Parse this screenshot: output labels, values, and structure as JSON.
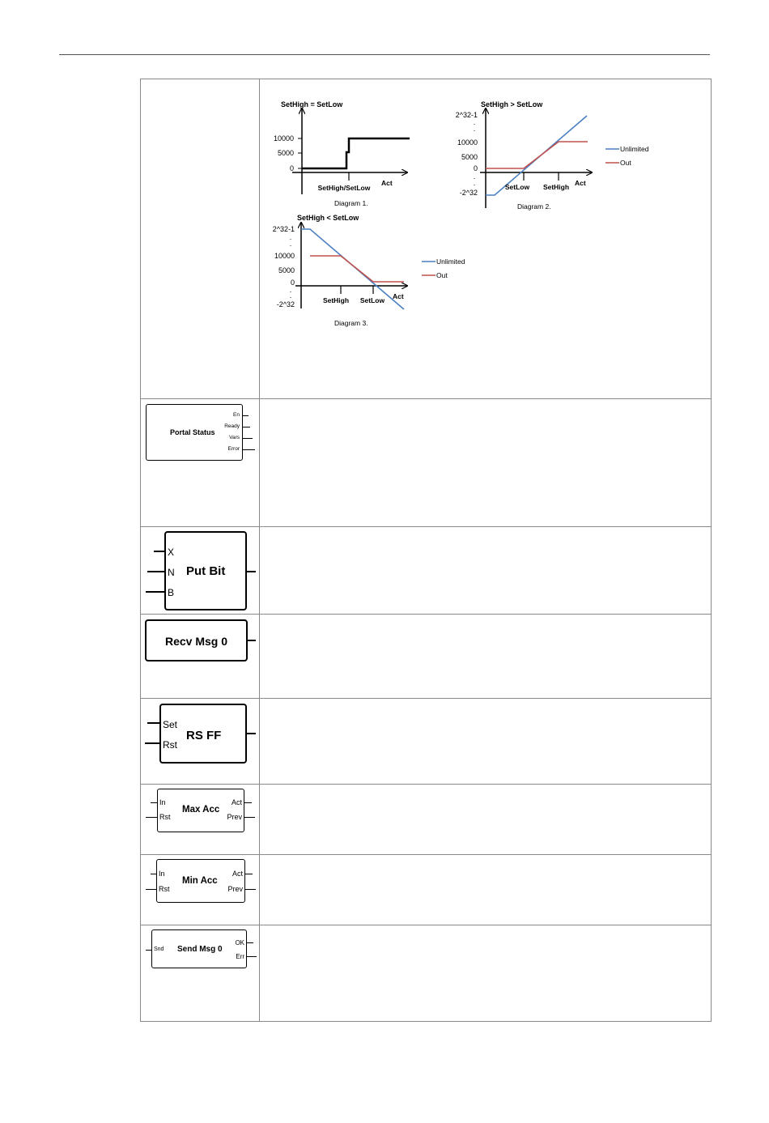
{
  "diagrams": {
    "d1": {
      "condition": "SetHigh = SetLow",
      "y_ticks": [
        "10000",
        "5000",
        "0"
      ],
      "x_tick": "SetHigh/SetLow",
      "x_axis": "Act",
      "caption": "Diagram 1."
    },
    "d2": {
      "condition": "SetHigh > SetLow",
      "y_ticks": [
        "2^32-1",
        "10000",
        "5000",
        "0",
        "-2^32"
      ],
      "x_ticks": [
        "SetLow",
        "SetHigh"
      ],
      "x_axis": "Act",
      "caption": "Diagram 2.",
      "legend": [
        "Unlimited",
        "Out"
      ]
    },
    "d3": {
      "condition": "SetHigh < SetLow",
      "y_ticks": [
        "2^32-1",
        "10000",
        "5000",
        "0",
        "-2^32"
      ],
      "x_ticks": [
        "SetHigh",
        "SetLow"
      ],
      "x_axis": "Act",
      "caption": "Diagram 3.",
      "legend": [
        "Unlimited",
        "Out"
      ]
    },
    "colors": {
      "unlimited": "#4a7fc1",
      "out": "#c0504d"
    }
  },
  "blocks": {
    "portal_status": {
      "title": "Portal Status",
      "outputs": [
        "En",
        "Ready",
        "Vars",
        "Error"
      ]
    },
    "put_bit": {
      "title": "Put Bit",
      "inputs": [
        "X",
        "N",
        "B"
      ]
    },
    "recv_msg": {
      "title": "Recv Msg 0"
    },
    "rs_ff": {
      "title": "RS FF",
      "inputs": [
        "Set",
        "Rst"
      ]
    },
    "max_acc": {
      "title": "Max Acc",
      "inputs": [
        "In",
        "Rst"
      ],
      "outputs": [
        "Act",
        "Prev"
      ]
    },
    "min_acc": {
      "title": "Min Acc",
      "inputs": [
        "In",
        "Rst"
      ],
      "outputs": [
        "Act",
        "Prev"
      ]
    },
    "send_msg": {
      "title": "Send Msg 0",
      "inputs": [
        "Snd"
      ],
      "outputs": [
        "OK",
        "Err"
      ]
    }
  }
}
